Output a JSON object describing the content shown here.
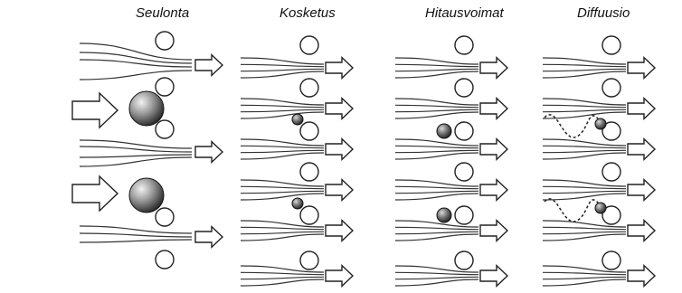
{
  "panels": [
    {
      "title": "Seulonta"
    },
    {
      "title": "Kosketus"
    },
    {
      "title": "Hitausvoimat"
    },
    {
      "title": "Diffuusio"
    }
  ],
  "colors": {
    "line": "#222222",
    "particle_light": "#e8e8e8",
    "particle_dark": "#2a2a2a"
  }
}
